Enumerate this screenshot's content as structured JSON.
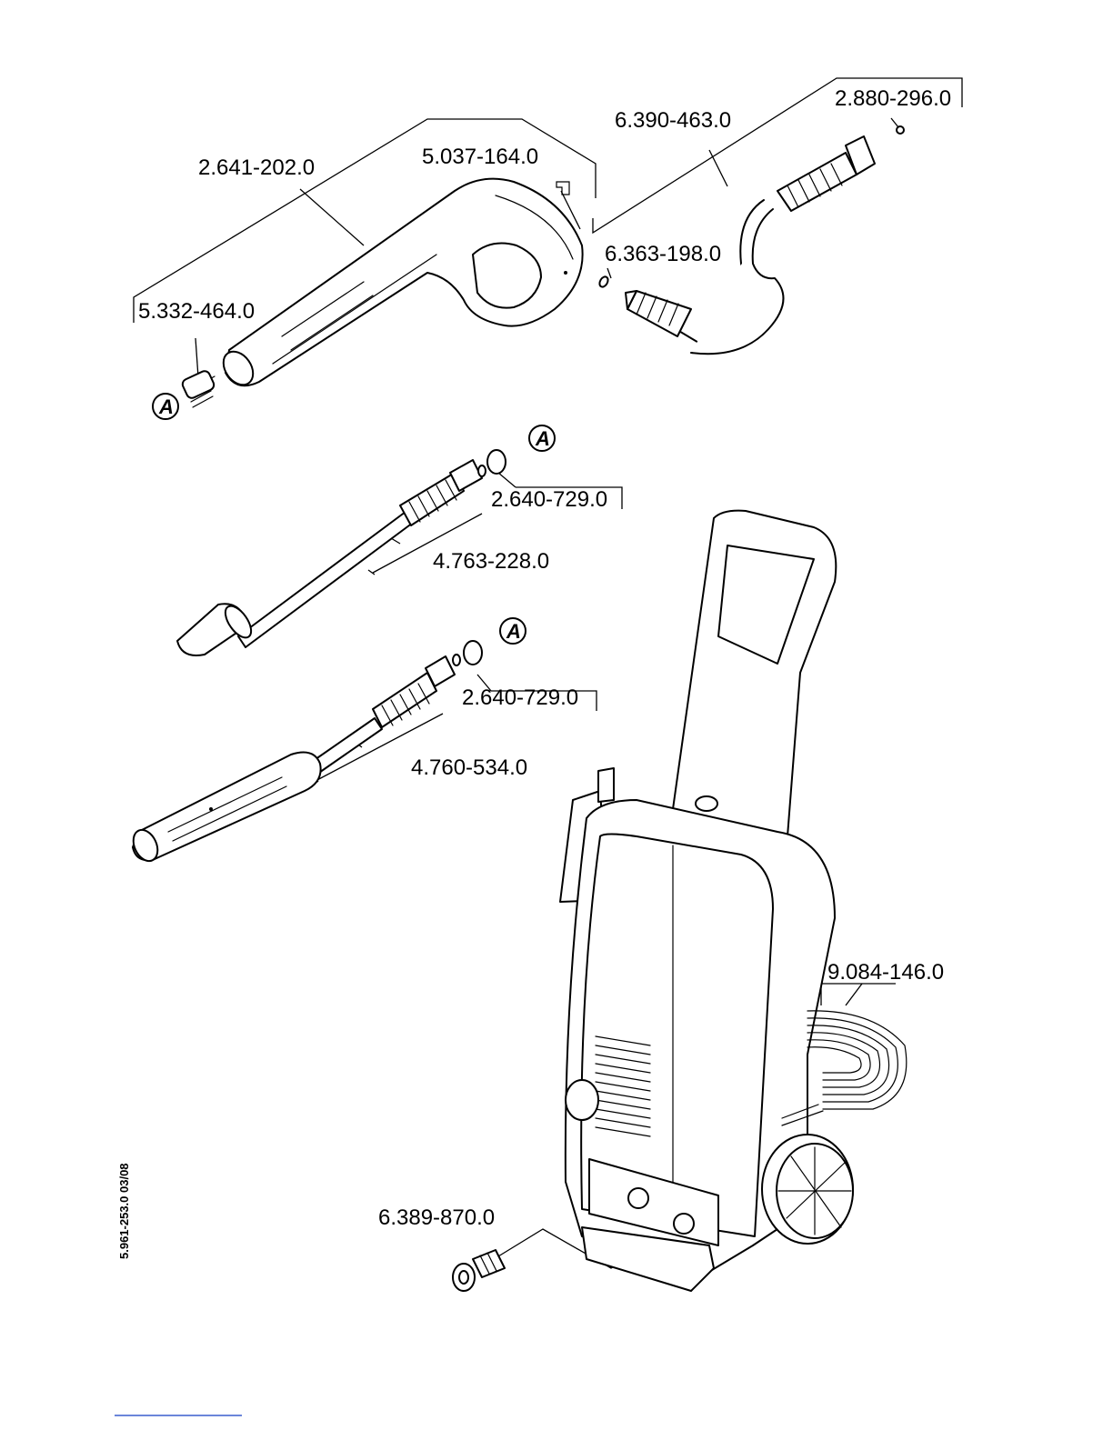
{
  "diagram": {
    "part_numbers": {
      "trigger_gun": "2.641-202.0",
      "gun_clip": "5.037-164.0",
      "gun_spring": "5.332-464.0",
      "hose": "6.390-463.0",
      "hose_fitting": "2.880-296.0",
      "hose_oring": "6.363-198.0",
      "lance1_nozzle_kit": "2.640-729.0",
      "lance1": "4.763-228.0",
      "lance2_nozzle_kit": "2.640-729.0",
      "lance2": "4.760-534.0",
      "cord": "9.084-146.0",
      "water_inlet": "6.389-870.0"
    },
    "callout_letters": [
      "A",
      "A",
      "A"
    ],
    "document_reference": "5.961-253.0  03/08"
  }
}
